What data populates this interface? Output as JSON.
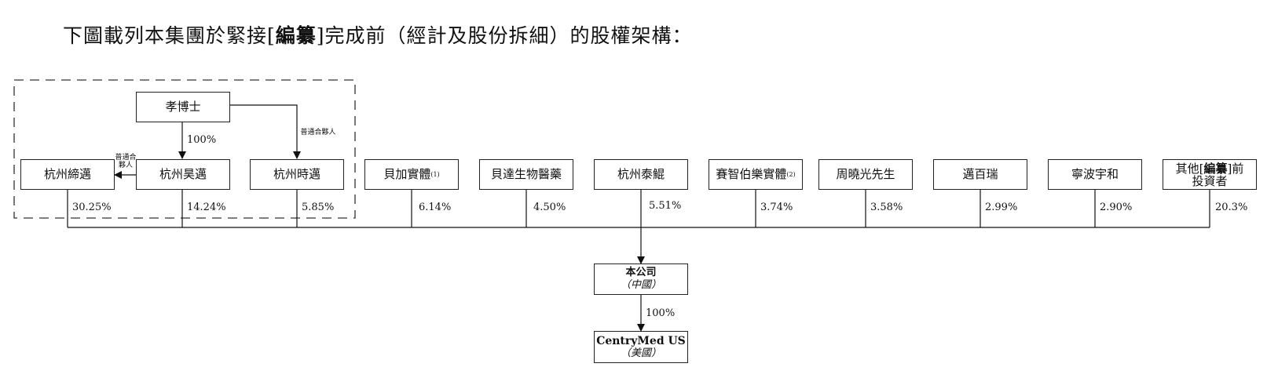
{
  "heading": {
    "before": "下圖載列本集團於緊接[",
    "bold": "編纂",
    "after": "]完成前（經計及股份拆細）的股權架構："
  },
  "founder": {
    "label": "孝博士"
  },
  "founder_ownership": "100%",
  "gp_label_right": "普通合夥人",
  "gp_label_left": "普通合夥人",
  "shareholders": [
    {
      "label": "杭州締邁",
      "pct": "30.25%"
    },
    {
      "label": "杭州昊邁",
      "pct": "14.24%"
    },
    {
      "label": "杭州時邁",
      "pct": "5.85%"
    },
    {
      "label": "貝加實體",
      "note": "(1)",
      "pct": "6.14%"
    },
    {
      "label": "貝達生物醫藥",
      "pct": "4.50%"
    },
    {
      "label": "杭州泰鯤",
      "pct": "5.51%"
    },
    {
      "label": "賽智伯樂實體",
      "note": "(2)",
      "pct": "3.74%"
    },
    {
      "label": "周曉光先生",
      "pct": "3.58%"
    },
    {
      "label": "邁百瑞",
      "pct": "2.99%"
    },
    {
      "label": "寧波宇和",
      "pct": "2.90%"
    },
    {
      "label_line1_pre": "其他[",
      "label_line1_bold": "編纂",
      "label_line1_post": "]前",
      "label_line2": "投資者",
      "pct": "20.3%"
    }
  ],
  "company": {
    "name": "本公司",
    "location": "（中國）"
  },
  "subsidiary_ownership": "100%",
  "subsidiary": {
    "name": "CentryMed US",
    "location": "（美國）"
  }
}
